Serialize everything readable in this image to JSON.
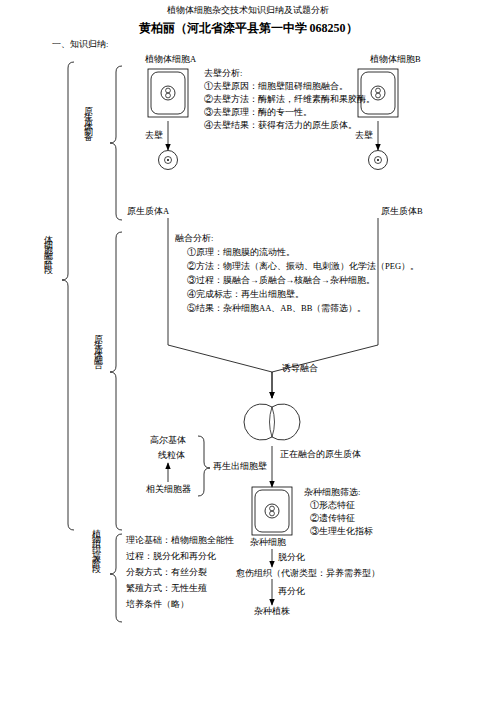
{
  "diagram": {
    "title": "植物体细胞杂交技术知识归纳及试题分析",
    "nodes": [
      {
        "text": [
          "植物体细胞A"
        ]
      },
      {
        "text": [
          "植物体细胞B"
        ]
      },
      {
        "text": [
          "原生质体A"
        ]
      },
      {
        "text": [
          "原生质体B"
        ]
      },
      {
        "text": [
          "正在融合的原生质体"
        ]
      },
      {
        "text": [
          "杂种细胞"
        ]
      },
      {
        "text": [
          "愈伤组织（代谢类型：异养需养型）"
        ]
      },
      {
        "text": [
          "杂种植株"
        ]
      }
    ],
    "edges": [
      {
        "from": 0,
        "to": 2,
        "label": "去壁",
        "arrow": "to"
      },
      {
        "from": 1,
        "to": 3,
        "label": "去壁",
        "arrow": "to"
      },
      {
        "from": 2,
        "to": 4,
        "arrow": "to"
      },
      {
        "from": 3,
        "to": 4,
        "arrow": "to"
      },
      {
        "from": 4,
        "to": 5,
        "label": "再生出细胞壁",
        "arrow": "to"
      },
      {
        "from": 5,
        "to": 6,
        "label": "脱分化",
        "arrow": "to"
      },
      {
        "from": 6,
        "to": 7,
        "label": "再分化",
        "arrow": "to"
      }
    ],
    "labels": [
      "黄柏丽（河北省滦平县第一中学 068250）",
      "一、知识归纳:",
      "原生质体制备",
      "去壁分析:",
      "①去壁原因：细胞壁阻碍细胞融合。",
      "②去壁方法：酶解法，纤维素酶和果胶酶。",
      "③去壁原理：酶的专一性。",
      "④去壁结果：获得有活力的原生质体。",
      "体细胞融合阶段",
      "融合分析:",
      "①原理：细胞膜的流动性。",
      "②方法：物理法（离心、振动、电刺激）化学法（PEG）。",
      "③过程：膜融合→质融合→核融合→杂种细胞。",
      "④完成标志：再生出细胞壁。",
      "⑤结果：杂种细胞AA、AB、BB（需筛选）。",
      "原生质体融合",
      "诱导融合",
      "高尔基体",
      "线粒体",
      "相关细胞器",
      "杂种细胞筛选:",
      "①形态特征",
      "②遗传特征",
      "③生理生化指标",
      "植物组织培养阶段",
      "理论基础：植物细胞全能性",
      "过程：脱分化和再分化",
      "分裂方式：有丝分裂",
      "繁殖方式：无性生殖",
      "培养条件（略）"
    ]
  }
}
